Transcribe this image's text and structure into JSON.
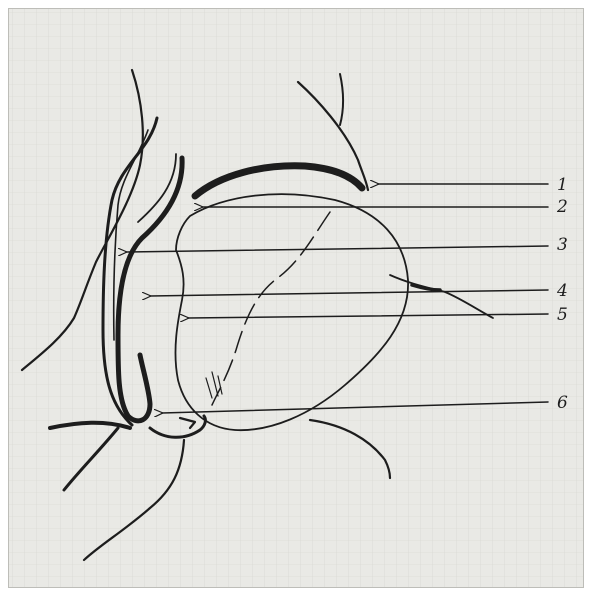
{
  "figure": {
    "background": "#e9e9e5",
    "grid_color": "#d2d2cc",
    "ink_color": "#1d1d1d",
    "labels": [
      {
        "id": "1",
        "text": "1"
      },
      {
        "id": "2",
        "text": "2"
      },
      {
        "id": "3",
        "text": "3"
      },
      {
        "id": "4",
        "text": "4"
      },
      {
        "id": "5",
        "text": "5"
      },
      {
        "id": "6",
        "text": "6"
      }
    ]
  }
}
